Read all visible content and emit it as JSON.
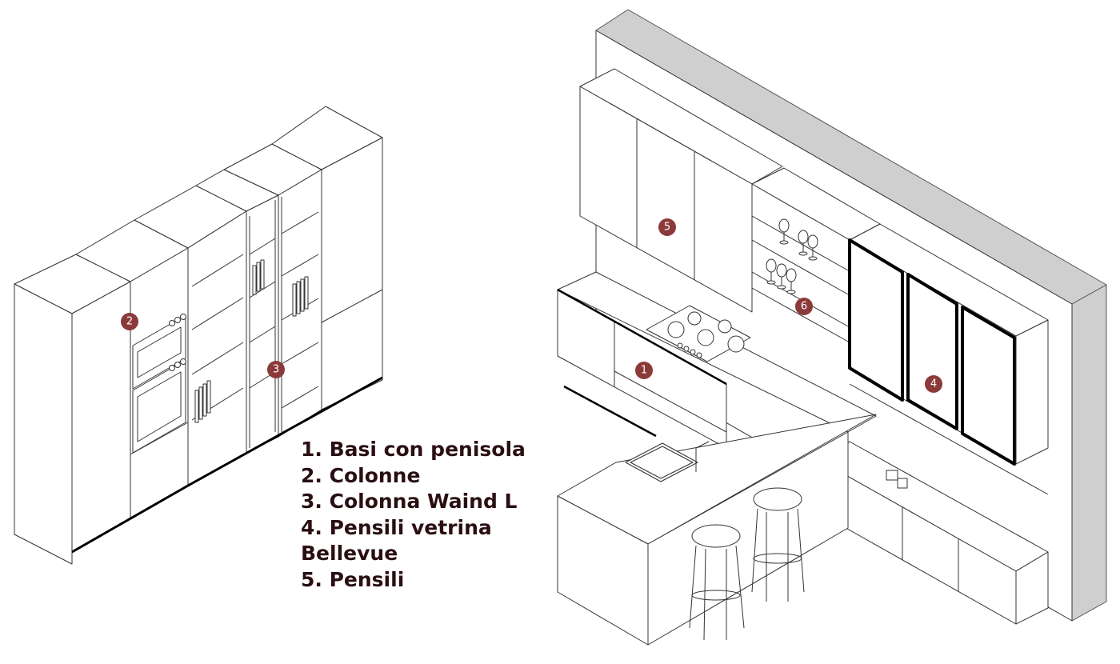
{
  "legend": {
    "lines": [
      "1. Basi con penisola",
      "2. Colonne",
      "3. Colonna Waind L",
      "4. Pensili vetrina",
      "Bellevue",
      "5. Pensili"
    ]
  },
  "markers": [
    "1",
    "2",
    "3",
    "4",
    "5",
    "6"
  ],
  "colors": {
    "marker": "#8b3a3a",
    "wall": "#cfcfcf",
    "line": "#333333",
    "frame": "#000000"
  }
}
